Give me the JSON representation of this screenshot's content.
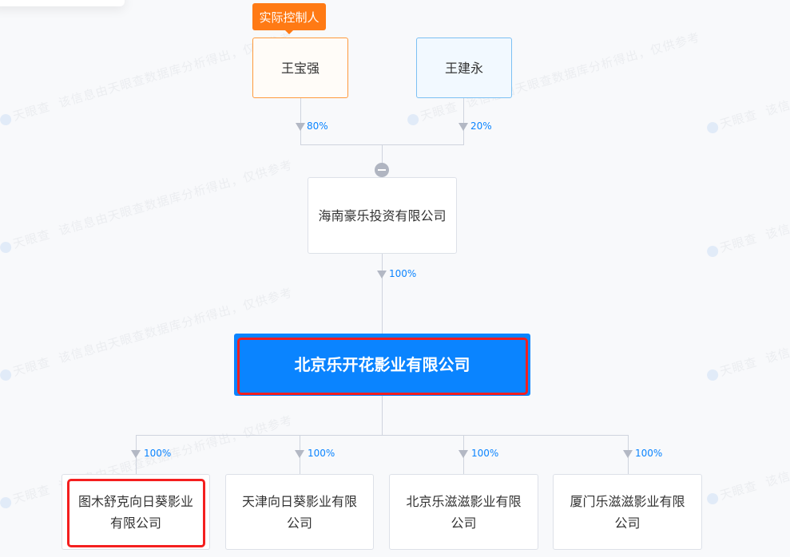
{
  "watermark": {
    "brand": "天眼查",
    "text": "该信息由天眼查数据库分析得出，仅供参考"
  },
  "controller_tag": "实际控制人",
  "shareholders": [
    {
      "name": "王宝强",
      "percent": "80%",
      "is_actual_controller": true,
      "border_color": "#ff9a3c"
    },
    {
      "name": "王建永",
      "percent": "20%",
      "is_actual_controller": false,
      "border_color": "#7cc0f3"
    }
  ],
  "intermediate": {
    "name": "海南豪乐投资有限公司",
    "percent": "100%"
  },
  "target_company": {
    "name": "北京乐开花影业有限公司",
    "bg_color": "#0a84ff",
    "highlighted": true
  },
  "subsidiaries": [
    {
      "name": "图木舒克向日葵影业有限公司",
      "percent": "100%",
      "highlighted": true
    },
    {
      "name": "天津向日葵影业有限公司",
      "percent": "100%",
      "highlighted": false
    },
    {
      "name": "北京乐滋滋影业有限公司",
      "percent": "100%",
      "highlighted": false
    },
    {
      "name": "厦门乐滋滋影业有限公司",
      "percent": "100%",
      "highlighted": false
    }
  ],
  "colors": {
    "accent_blue": "#0a84ff",
    "controller_orange": "#ff7a14",
    "highlight_red": "#f41f1f",
    "connector": "#cfd4de"
  }
}
